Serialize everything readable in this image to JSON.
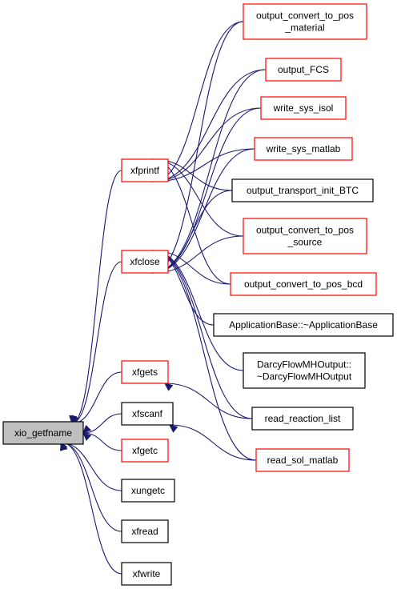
{
  "graph": {
    "root": "xio_getfname",
    "nodes": {
      "xio_getfname": [
        "xio_getfname"
      ],
      "xfprintf": [
        "xfprintf"
      ],
      "xfclose": [
        "xfclose"
      ],
      "xfgets": [
        "xfgets"
      ],
      "xfscanf": [
        "xfscanf"
      ],
      "xfgetc": [
        "xfgetc"
      ],
      "xungetc": [
        "xungetc"
      ],
      "xfread": [
        "xfread"
      ],
      "xfwrite": [
        "xfwrite"
      ],
      "output_convert_to_pos_material": [
        "output_convert_to_pos",
        "_material"
      ],
      "output_FCS": [
        "output_FCS"
      ],
      "write_sys_isol": [
        "write_sys_isol"
      ],
      "write_sys_matlab": [
        "write_sys_matlab"
      ],
      "output_transport_init_BTC": [
        "output_transport_init_BTC"
      ],
      "output_convert_to_pos_source": [
        "output_convert_to_pos",
        "_source"
      ],
      "output_convert_to_pos_bcd": [
        "output_convert_to_pos_bcd"
      ],
      "ApplicationBase": [
        "ApplicationBase::~ApplicationBase"
      ],
      "DarcyFlowMHOutput": [
        "DarcyFlowMHOutput::",
        "~DarcyFlowMHOutput"
      ],
      "read_reaction_list": [
        "read_reaction_list"
      ],
      "read_sol_matlab": [
        "read_sol_matlab"
      ]
    },
    "node_border_colors": {
      "red": "#ff0000",
      "black": "#000000",
      "root_fill": "#bfbfbf",
      "edge": "#191970"
    },
    "edges": [
      [
        "xfprintf",
        "xio_getfname"
      ],
      [
        "xfclose",
        "xio_getfname"
      ],
      [
        "xfgets",
        "xio_getfname"
      ],
      [
        "xfscanf",
        "xio_getfname"
      ],
      [
        "xfgetc",
        "xio_getfname"
      ],
      [
        "xungetc",
        "xio_getfname"
      ],
      [
        "xfread",
        "xio_getfname"
      ],
      [
        "xfwrite",
        "xio_getfname"
      ],
      [
        "output_convert_to_pos_material",
        "xfprintf"
      ],
      [
        "output_FCS",
        "xfprintf"
      ],
      [
        "write_sys_isol",
        "xfprintf"
      ],
      [
        "write_sys_matlab",
        "xfprintf"
      ],
      [
        "output_transport_init_BTC",
        "xfprintf"
      ],
      [
        "output_convert_to_pos_source",
        "xfprintf"
      ],
      [
        "output_convert_to_pos_bcd",
        "xfprintf"
      ],
      [
        "output_convert_to_pos_material",
        "xfclose"
      ],
      [
        "output_FCS",
        "xfclose"
      ],
      [
        "write_sys_isol",
        "xfclose"
      ],
      [
        "write_sys_matlab",
        "xfclose"
      ],
      [
        "output_transport_init_BTC",
        "xfclose"
      ],
      [
        "output_convert_to_pos_source",
        "xfclose"
      ],
      [
        "output_convert_to_pos_bcd",
        "xfclose"
      ],
      [
        "ApplicationBase",
        "xfclose"
      ],
      [
        "DarcyFlowMHOutput",
        "xfclose"
      ],
      [
        "read_reaction_list",
        "xfclose"
      ],
      [
        "read_sol_matlab",
        "xfclose"
      ],
      [
        "read_reaction_list",
        "xfgets"
      ],
      [
        "read_sol_matlab",
        "xfscanf"
      ]
    ]
  }
}
